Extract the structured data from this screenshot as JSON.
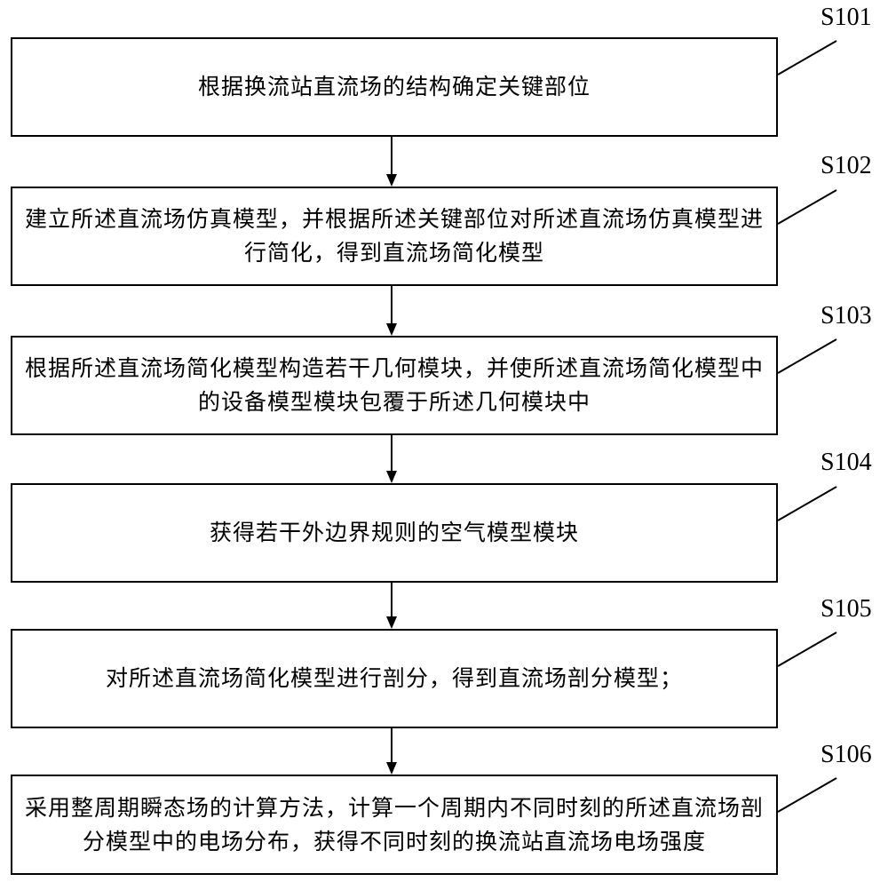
{
  "steps": [
    {
      "id": "S101",
      "text": "根据换流站直流场的结构确定关键部位"
    },
    {
      "id": "S102",
      "text": "建立所述直流场仿真模型，并根据所述关键部位对所述直流场仿真模型进行简化，得到直流场简化模型"
    },
    {
      "id": "S103",
      "text": "根据所述直流场简化模型构造若干几何模块，并使所述直流场简化模型中的设备模型模块包覆于所述几何模块中"
    },
    {
      "id": "S104",
      "text": "获得若干外边界规则的空气模型模块"
    },
    {
      "id": "S105",
      "text": "对所述直流场简化模型进行剖分，得到直流场剖分模型；"
    },
    {
      "id": "S106",
      "text": "采用整周期瞬态场的计算方法，计算一个周期内不同时刻的所述直流场剖分模型中的电场分布，获得不同时刻的换流站直流场电场强度"
    }
  ]
}
